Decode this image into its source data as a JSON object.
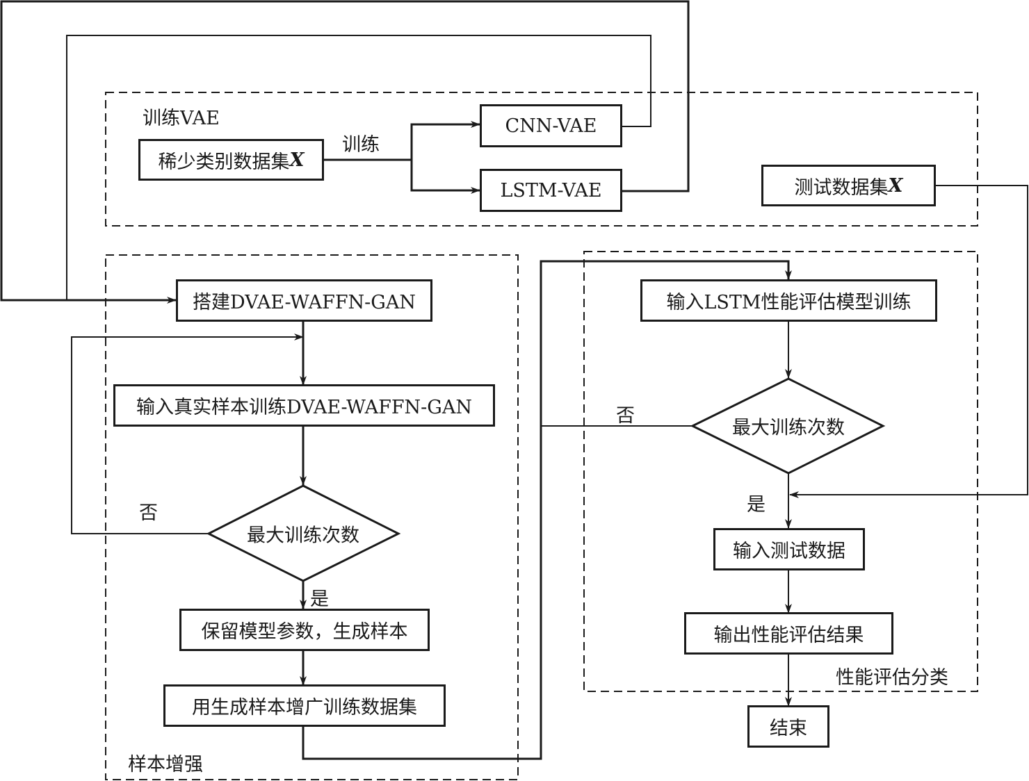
{
  "groups": {
    "train_vae": "训练VAE",
    "sample_augment": "样本增强",
    "performance_eval": "性能评估分类"
  },
  "nodes": {
    "rare_dataset": "稀少类别数据集",
    "rare_dataset_var": "X",
    "cnn_vae": "CNN-VAE",
    "lstm_vae": "LSTM-VAE",
    "test_dataset": "测试数据集",
    "test_dataset_var": "X",
    "build_gan": "搭建DVAE-WAFFN-GAN",
    "train_gan": "输入真实样本训练DVAE-WAFFN-GAN",
    "decision_gan": "最大训练次数",
    "keep_params": "保留模型参数，生成样本",
    "augment_data": "用生成样本增广训练数据集",
    "train_lstm": "输入LSTM性能评估模型训练",
    "decision_lstm": "最大训练次数",
    "input_test": "输入测试数据",
    "output_result": "输出性能评估结果",
    "end": "结束"
  },
  "edge_labels": {
    "train": "训练",
    "no_left": "否",
    "yes_left": "是",
    "no_right": "否",
    "yes_right": "是"
  }
}
